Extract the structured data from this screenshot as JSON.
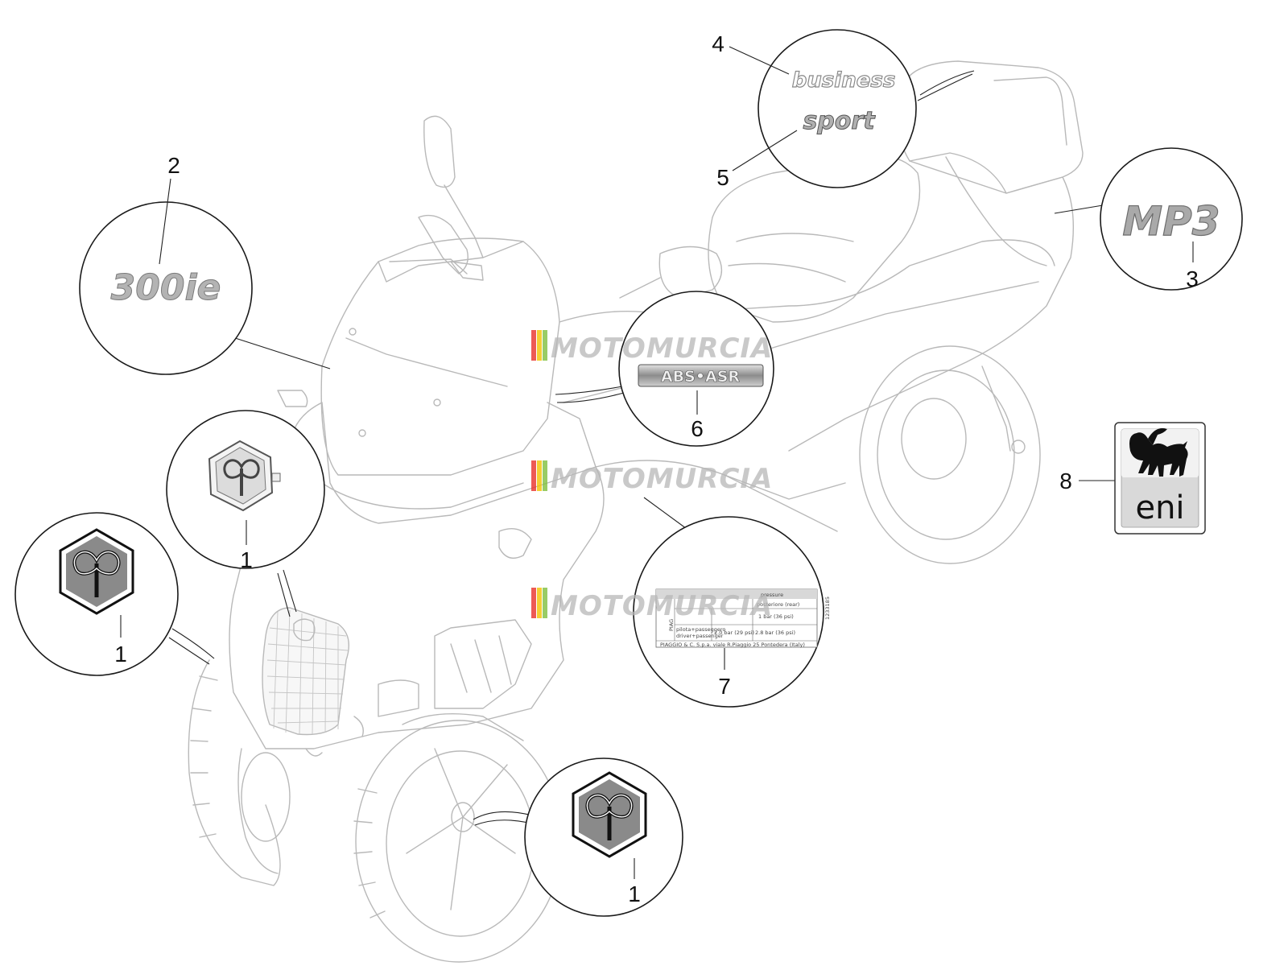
{
  "watermark": "MOTOMURCIA",
  "colors": {
    "outline": "#b9b9b9",
    "callout": "#111111",
    "emblem_grey": "#8a8a8a",
    "wm_red": "#e8312a",
    "wm_yellow": "#f3c200",
    "wm_green": "#7fbf3f",
    "wm_blue": "#2a7fc8",
    "wm_grey": "#c7c7c7"
  },
  "callouts": [
    {
      "label": "1"
    },
    {
      "label": "1"
    },
    {
      "label": "1"
    },
    {
      "label": "2"
    },
    {
      "label": "3"
    },
    {
      "label": "4"
    },
    {
      "label": "5"
    },
    {
      "label": "6"
    },
    {
      "label": "7"
    },
    {
      "label": "8"
    }
  ],
  "emblems": {
    "model_badge": "300ie",
    "business": "business",
    "sport": "sport",
    "mp3": "MP3",
    "abs": "ABS•ASR",
    "eni": "eni",
    "piaggio_icon": "piaggio-logo-icon"
  },
  "tyre_label": {
    "header": "pressure",
    "row1_right": "posteriore (rear)",
    "row2_left": "pilota+passeggero",
    "row2_left2": "driver+passenger",
    "row2_mid": "2.0 bar (29 psi)",
    "row2_right": "2.8 bar (36 psi)",
    "row1_mid": "1 bar (36 psi)",
    "brand": "PIAG",
    "footer": "PIAGGIO & C. S.p.a. viale R.Piaggio 25    Pontedera (Italy)",
    "code": "1233185"
  }
}
